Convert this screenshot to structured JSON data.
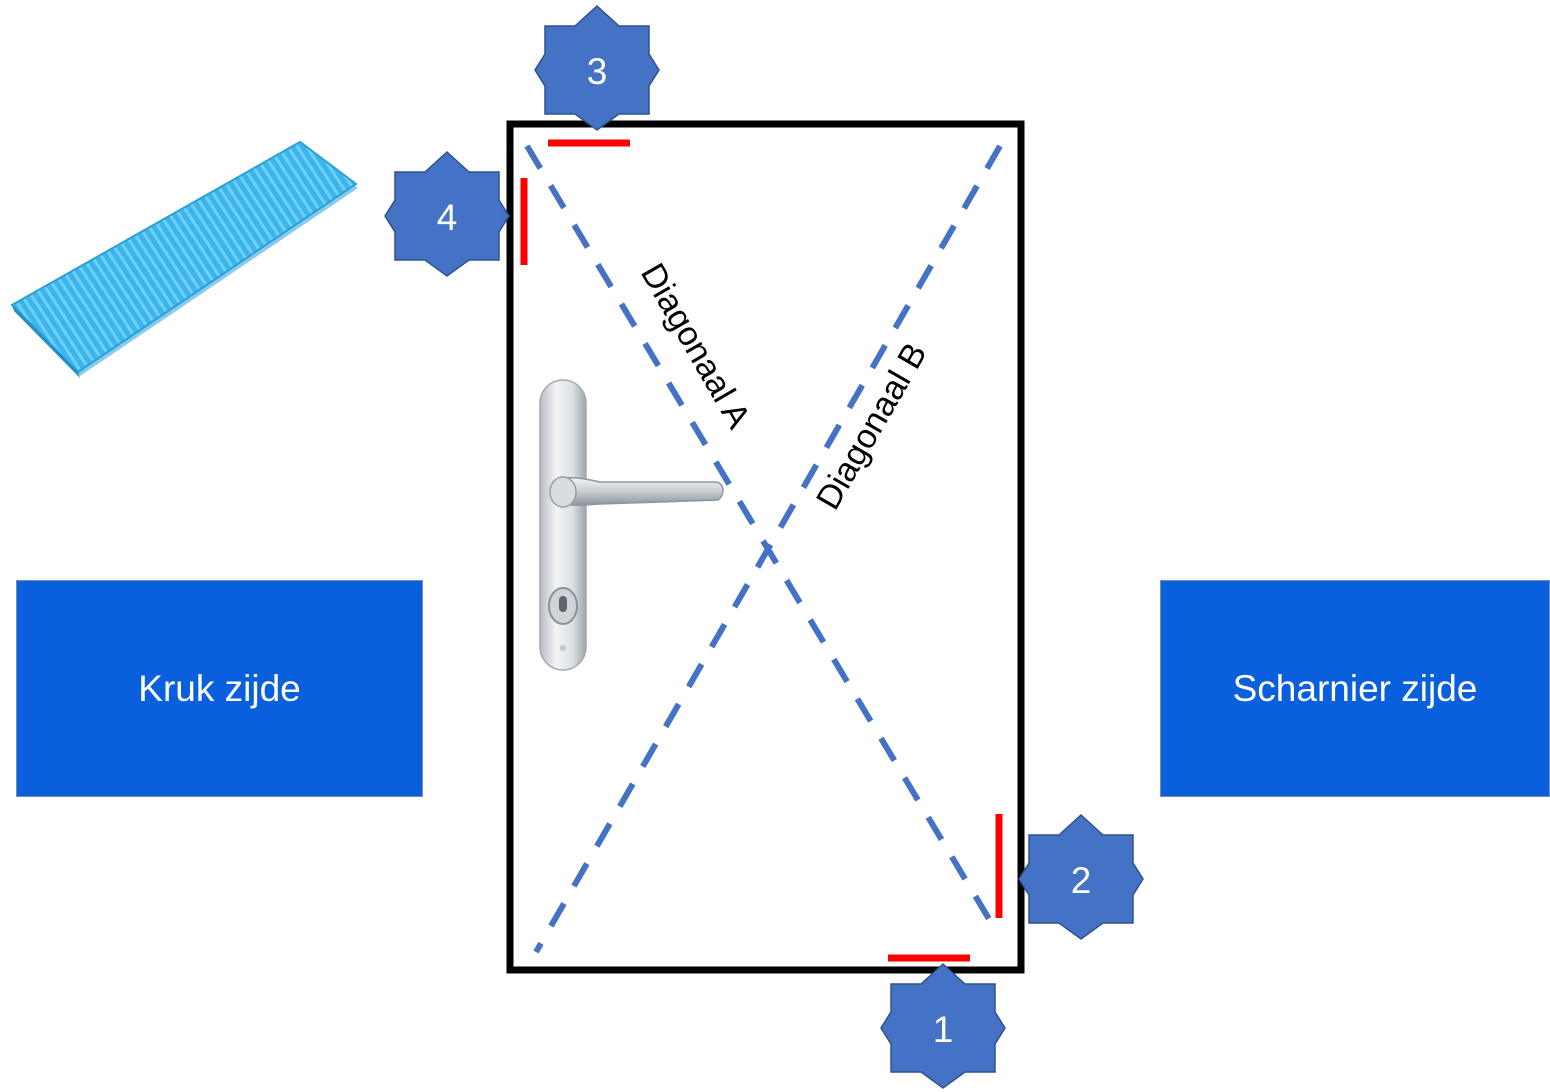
{
  "labels": {
    "diagonal_a": "Diagonaal A",
    "diagonal_b": "Diagonaal B",
    "left_side": "Kruk zijde",
    "right_side": "Scharnier zijde"
  },
  "markers": {
    "m1": "1",
    "m2": "2",
    "m3": "3",
    "m4": "4"
  },
  "colors": {
    "diagonal": "#4472c4",
    "wedge_mark": "#ff0000",
    "star_fill": "#4472c4",
    "side_box": "#0a5fdc",
    "shim": "#3cb4ec"
  },
  "icons": {
    "shim": "shim-icon",
    "handle": "door-handle-icon"
  }
}
